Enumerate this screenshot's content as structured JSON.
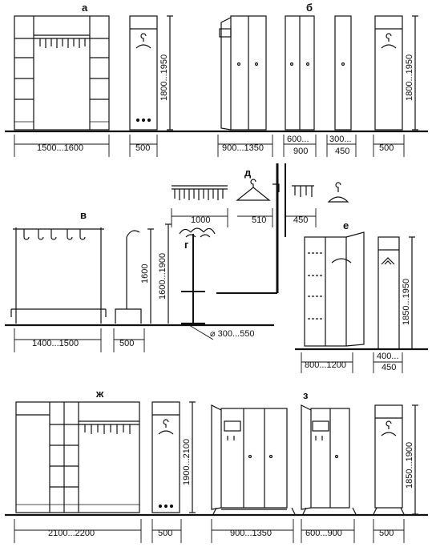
{
  "labels": {
    "a": "а",
    "b": "б",
    "v": "в",
    "g": "г",
    "d": "д",
    "e": "е",
    "zh": "ж",
    "z": "з"
  },
  "dims": {
    "a_width": "1500...1600",
    "a_side": "500",
    "a_height": "1800...1950",
    "b_width_wide": "900...1350",
    "b_width_mid_top": "600...",
    "b_width_mid_bottom": "900",
    "b_width_narrow_top": "300...",
    "b_width_narrow_bottom": "450",
    "b_side": "500",
    "b_height": "1800...1950",
    "d_rack": "1000",
    "d_hanger": "510",
    "d_small": "450",
    "v_width": "1400...1500",
    "v_side": "500",
    "v_height": "1600",
    "g_height": "1600...1900",
    "g_base": "⌀ 300...550",
    "e_width": "800...1200",
    "e_side_top": "400...",
    "e_side_bottom": "450",
    "e_height": "1850...1950",
    "zh_width": "2100...2200",
    "zh_side": "500",
    "zh_height": "1900...2100",
    "z_width_wide": "900...1350",
    "z_width_narrow": "600...900",
    "z_side": "500",
    "z_height": "1850...1900"
  }
}
